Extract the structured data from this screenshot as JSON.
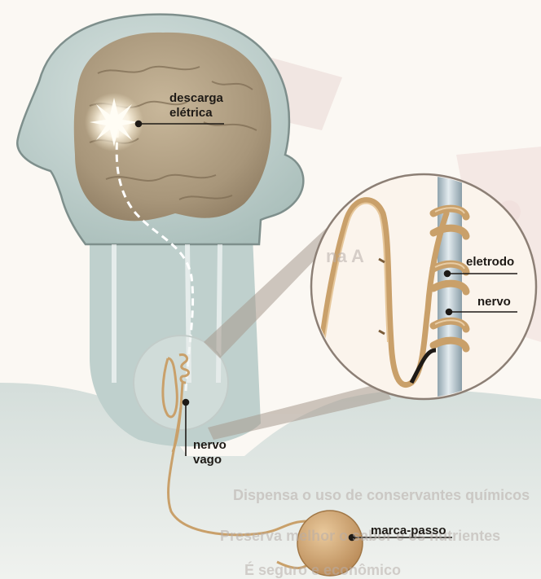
{
  "diagram": {
    "labels": {
      "discharge": [
        "descarga",
        "elétrica"
      ],
      "electrode": "eletrodo",
      "nerve": "nervo",
      "vagus_nerve": [
        "nervo",
        "vago"
      ],
      "pacemaker": "marca-passo"
    },
    "bleed_text": [
      "na A",
      "Dispensa o uso de conservantes químicos",
      "Preserva melhor o sabor e os nutrientes",
      "É seguro e econômico"
    ],
    "colors": {
      "head_silhouette": "#b7c9c6",
      "brain": "#9c8a6e",
      "wire": "#c9a06a",
      "nerve_rod": "#b9c7cf",
      "pacemaker": "#d2aa78",
      "label_text": "#1e1a16"
    }
  }
}
